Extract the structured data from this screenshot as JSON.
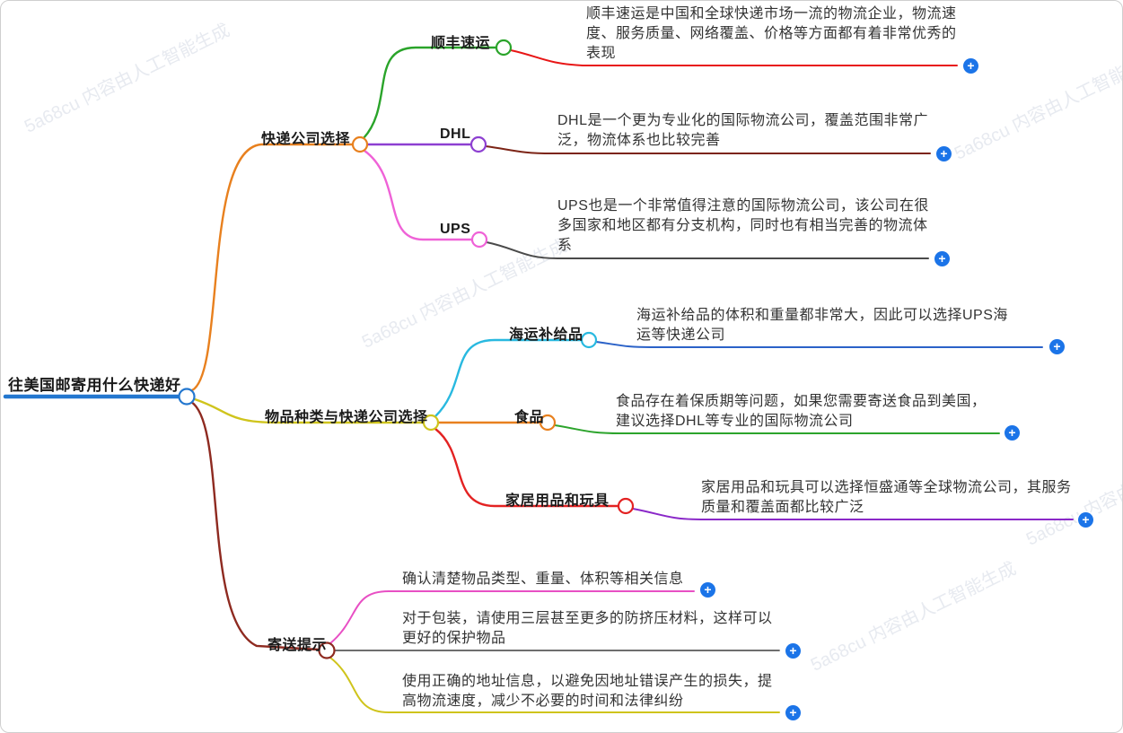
{
  "watermark": "5a68cu 内容由人工智能生成",
  "plus_button": "+",
  "root": {
    "label": "往美国邮寄用什么快递好"
  },
  "branches": [
    {
      "label": "快递公司选择",
      "children": [
        {
          "label": "顺丰速运",
          "desc": "顺丰速运是中国和全球快递市场一流的物流企业，物流速度、服务质量、网络覆盖、价格等方面都有着非常优秀的表现"
        },
        {
          "label": "DHL",
          "desc": "DHL是一个更为专业化的国际物流公司，覆盖范围非常广泛，物流体系也比较完善"
        },
        {
          "label": "UPS",
          "desc": "UPS也是一个非常值得注意的国际物流公司，该公司在很多国家和地区都有分支机构，同时也有相当完善的物流体系"
        }
      ]
    },
    {
      "label": "物品种类与快递公司选择",
      "children": [
        {
          "label": "海运补给品",
          "desc": "海运补给品的体积和重量都非常大，因此可以选择UPS海运等快递公司"
        },
        {
          "label": "食品",
          "desc": "食品存在着保质期等问题，如果您需要寄送食品到美国，建议选择DHL等专业的国际物流公司"
        },
        {
          "label": "家居用品和玩具",
          "desc": "家居用品和玩具可以选择恒盛通等全球物流公司，其服务质量和覆盖面都比较广泛"
        }
      ]
    },
    {
      "label": "寄送提示",
      "children": [
        {
          "desc": "确认清楚物品类型、重量、体积等相关信息"
        },
        {
          "desc": "对于包装，请使用三层甚至更多的防挤压材料，这样可以更好的保护物品"
        },
        {
          "desc": "使用正确的地址信息，以避免因地址错误产生的损失，提高物流速度，减少不必要的时间和法律纠纷"
        }
      ]
    }
  ],
  "colors": {
    "root": "#2377cf",
    "branch_company": "#e8801e",
    "branch_items": "#cfc41c",
    "branch_tips": "#8e2a20",
    "sf_node": "#2aa42a",
    "sf_desc": "#e81616",
    "dhl_node": "#8d3fd1",
    "dhl_desc": "#7c2416",
    "ups_node": "#ef62d7",
    "ups_desc": "#4a4a4a",
    "sea_node": "#29b9e0",
    "sea_desc": "#2b62c8",
    "food_node": "#e8801e",
    "food_desc": "#2ca42c",
    "home_node": "#e32222",
    "home_desc": "#8a28c8",
    "tip1_line": "#e84fc4",
    "tip2_line": "#5a5a5a",
    "tip3_line": "#cfc41c",
    "plus_bg": "#1b74e8"
  }
}
